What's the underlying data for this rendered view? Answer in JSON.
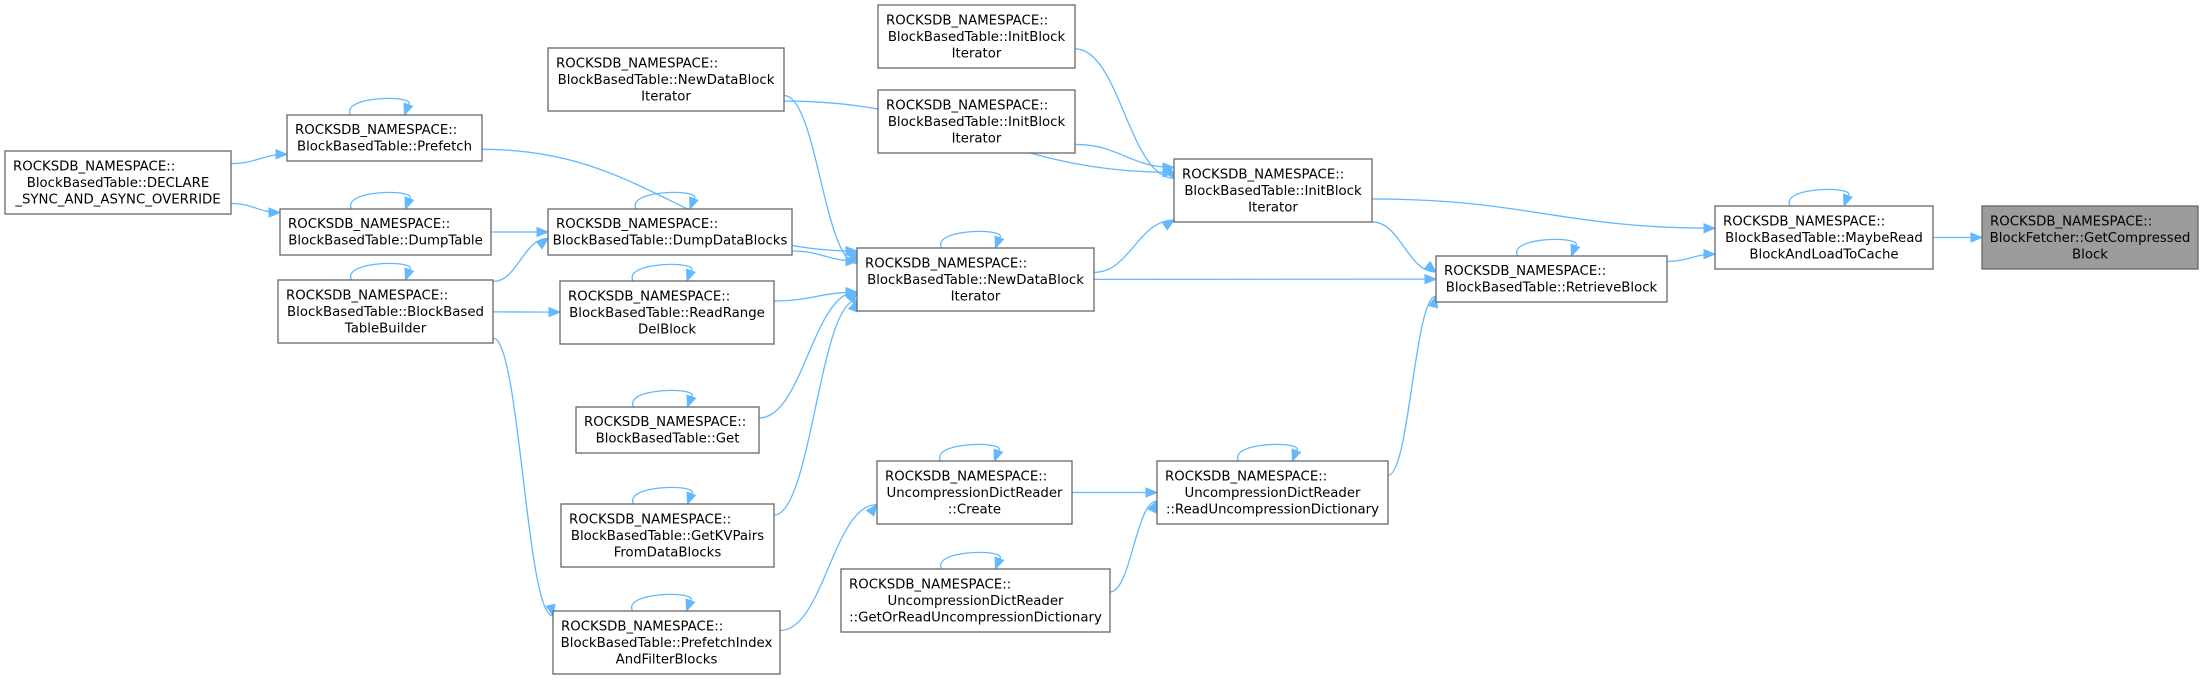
{
  "nodes": [
    {
      "id": "get_compressed_block",
      "highlight": true,
      "lines": [
        "ROCKSDB_NAMESPACE::",
        "BlockFetcher::GetCompressed",
        "Block"
      ]
    },
    {
      "id": "maybe_read_block",
      "lines": [
        "ROCKSDB_NAMESPACE::",
        "BlockBasedTable::MaybeRead",
        "BlockAndLoadToCache"
      ]
    },
    {
      "id": "retrieve_block",
      "lines": [
        "ROCKSDB_NAMESPACE::",
        "BlockBasedTable::RetrieveBlock"
      ]
    },
    {
      "id": "init_block_iter_main",
      "lines": [
        "ROCKSDB_NAMESPACE::",
        "BlockBasedTable::InitBlock",
        "Iterator"
      ]
    },
    {
      "id": "init_block_iter_top",
      "lines": [
        "ROCKSDB_NAMESPACE::",
        "BlockBasedTable::InitBlock",
        "Iterator"
      ]
    },
    {
      "id": "init_block_iter_second",
      "lines": [
        "ROCKSDB_NAMESPACE::",
        "BlockBasedTable::InitBlock",
        "Iterator"
      ]
    },
    {
      "id": "new_data_block_iter_main",
      "lines": [
        "ROCKSDB_NAMESPACE::",
        "BlockBasedTable::NewDataBlock",
        "Iterator"
      ]
    },
    {
      "id": "new_data_block_iter_top",
      "lines": [
        "ROCKSDB_NAMESPACE::",
        "BlockBasedTable::NewDataBlock",
        "Iterator"
      ]
    },
    {
      "id": "read_uncompression_dict",
      "lines": [
        "ROCKSDB_NAMESPACE::",
        "UncompressionDictReader",
        "::ReadUncompressionDictionary"
      ]
    },
    {
      "id": "uncompression_create",
      "lines": [
        "ROCKSDB_NAMESPACE::",
        "UncompressionDictReader",
        "::Create"
      ]
    },
    {
      "id": "get_or_read_dict",
      "lines": [
        "ROCKSDB_NAMESPACE::",
        "UncompressionDictReader",
        "::GetOrReadUncompressionDictionary"
      ]
    },
    {
      "id": "dump_data_blocks",
      "lines": [
        "ROCKSDB_NAMESPACE::",
        "BlockBasedTable::DumpDataBlocks"
      ]
    },
    {
      "id": "read_range_del",
      "lines": [
        "ROCKSDB_NAMESPACE::",
        "BlockBasedTable::ReadRange",
        "DelBlock"
      ]
    },
    {
      "id": "get",
      "lines": [
        "ROCKSDB_NAMESPACE::",
        "BlockBasedTable::Get"
      ]
    },
    {
      "id": "get_kv_pairs",
      "lines": [
        "ROCKSDB_NAMESPACE::",
        "BlockBasedTable::GetKVPairs",
        "FromDataBlocks"
      ]
    },
    {
      "id": "prefetch_index",
      "lines": [
        "ROCKSDB_NAMESPACE::",
        "BlockBasedTable::PrefetchIndex",
        "AndFilterBlocks"
      ]
    },
    {
      "id": "prefetch",
      "lines": [
        "ROCKSDB_NAMESPACE::",
        "BlockBasedTable::Prefetch"
      ]
    },
    {
      "id": "dump_table",
      "lines": [
        "ROCKSDB_NAMESPACE::",
        "BlockBasedTable::DumpTable"
      ]
    },
    {
      "id": "table_builder",
      "lines": [
        "ROCKSDB_NAMESPACE::",
        "BlockBasedTable::BlockBased",
        "TableBuilder"
      ]
    },
    {
      "id": "declare_sync",
      "lines": [
        "ROCKSDB_NAMESPACE::",
        "BlockBasedTable::DECLARE",
        "_SYNC_AND_ASYNC_OVERRIDE"
      ]
    }
  ],
  "edges": [
    {
      "from": "maybe_read_block",
      "to": "get_compressed_block"
    },
    {
      "from": "maybe_read_block",
      "to": "maybe_read_block"
    },
    {
      "from": "retrieve_block",
      "to": "maybe_read_block"
    },
    {
      "from": "retrieve_block",
      "to": "retrieve_block"
    },
    {
      "from": "init_block_iter_main",
      "to": "maybe_read_block"
    },
    {
      "from": "init_block_iter_main",
      "to": "retrieve_block"
    },
    {
      "from": "init_block_iter_top",
      "to": "init_block_iter_main"
    },
    {
      "from": "init_block_iter_second",
      "to": "init_block_iter_main"
    },
    {
      "from": "new_data_block_iter_top",
      "to": "init_block_iter_main"
    },
    {
      "from": "new_data_block_iter_top",
      "to": "new_data_block_iter_main"
    },
    {
      "from": "new_data_block_iter_main",
      "to": "init_block_iter_main"
    },
    {
      "from": "new_data_block_iter_main",
      "to": "retrieve_block"
    },
    {
      "from": "new_data_block_iter_main",
      "to": "new_data_block_iter_main"
    },
    {
      "from": "read_uncompression_dict",
      "to": "retrieve_block"
    },
    {
      "from": "read_uncompression_dict",
      "to": "read_uncompression_dict"
    },
    {
      "from": "uncompression_create",
      "to": "read_uncompression_dict"
    },
    {
      "from": "uncompression_create",
      "to": "uncompression_create"
    },
    {
      "from": "get_or_read_dict",
      "to": "read_uncompression_dict"
    },
    {
      "from": "get_or_read_dict",
      "to": "get_or_read_dict"
    },
    {
      "from": "dump_data_blocks",
      "to": "new_data_block_iter_main"
    },
    {
      "from": "dump_data_blocks",
      "to": "dump_data_blocks"
    },
    {
      "from": "read_range_del",
      "to": "new_data_block_iter_main"
    },
    {
      "from": "read_range_del",
      "to": "read_range_del"
    },
    {
      "from": "get",
      "to": "new_data_block_iter_main"
    },
    {
      "from": "get",
      "to": "get"
    },
    {
      "from": "get_kv_pairs",
      "to": "new_data_block_iter_main"
    },
    {
      "from": "get_kv_pairs",
      "to": "get_kv_pairs"
    },
    {
      "from": "prefetch_index",
      "to": "uncompression_create"
    },
    {
      "from": "prefetch_index",
      "to": "prefetch_index"
    },
    {
      "from": "prefetch",
      "to": "new_data_block_iter_main"
    },
    {
      "from": "prefetch",
      "to": "prefetch"
    },
    {
      "from": "dump_table",
      "to": "dump_data_blocks"
    },
    {
      "from": "dump_table",
      "to": "dump_table"
    },
    {
      "from": "table_builder",
      "to": "dump_data_blocks"
    },
    {
      "from": "table_builder",
      "to": "read_range_del"
    },
    {
      "from": "table_builder",
      "to": "prefetch_index"
    },
    {
      "from": "table_builder",
      "to": "table_builder"
    },
    {
      "from": "declare_sync",
      "to": "prefetch"
    },
    {
      "from": "declare_sync",
      "to": "dump_table"
    }
  ]
}
